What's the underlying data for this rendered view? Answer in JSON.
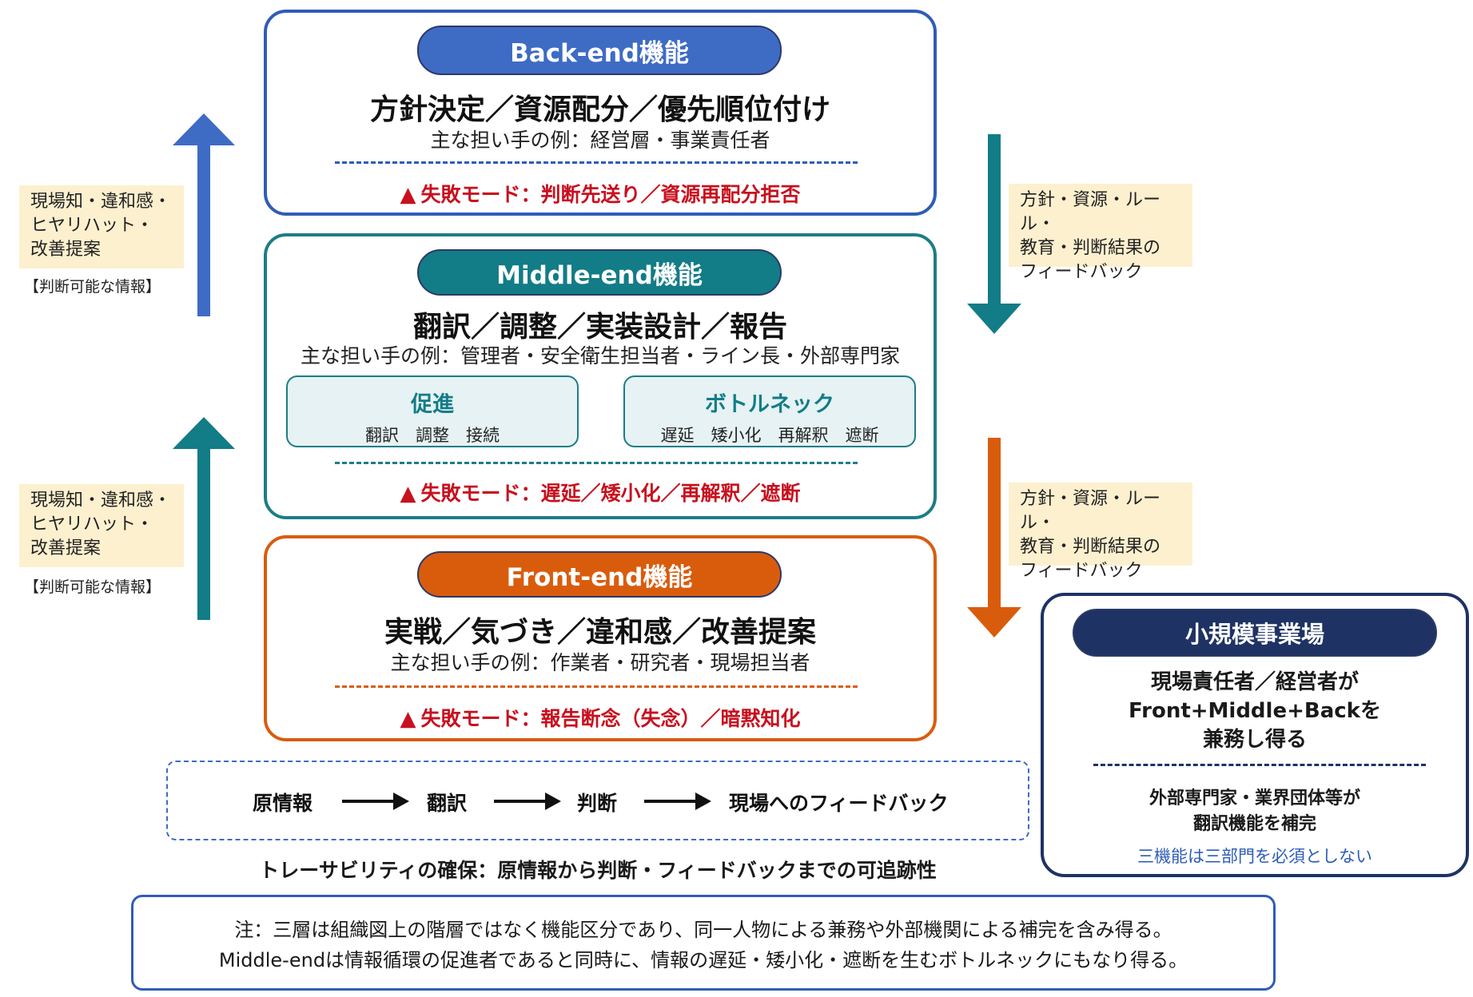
{
  "colors": {
    "back": "#3e6bc4",
    "middle": "#127c87",
    "front": "#d95c0d",
    "small": "#1e3264",
    "fail": "#c8101e",
    "note_bg": "#fdf0cf"
  },
  "back": {
    "label": "Back-end機能",
    "title": "方針決定／資源配分／優先順位付け",
    "subtitle": "主な担い手の例：経営層・事業責任者",
    "fail": "失敗モード：判断先送り／資源再配分拒否"
  },
  "middle": {
    "label": "Middle-end機能",
    "title": "翻訳／調整／実装設計／報告",
    "subtitle": "主な担い手の例：管理者・安全衛生担当者・ライン長・外部専門家",
    "promote": {
      "title": "促進",
      "items": "翻訳　調整　接続"
    },
    "bottleneck": {
      "title": "ボトルネック",
      "items": "遅延　矮小化　再解釈　遮断"
    },
    "fail": "失敗モード：遅延／矮小化／再解釈／遮断"
  },
  "front": {
    "label": "Front-end機能",
    "title": "実戦／気づき／違和感／改善提案",
    "subtitle": "主な担い手の例：作業者・研究者・現場担当者",
    "fail": "失敗モード：報告断念（失念）／暗黙知化"
  },
  "left_notes": {
    "upper": {
      "line1": "現場知・違和感・",
      "line2": "ヒヤリハット・",
      "line3": "改善提案",
      "tag": "【判断可能な情報】"
    },
    "lower": {
      "line1": "現場知・違和感・",
      "line2": "ヒヤリハット・",
      "line3": "改善提案",
      "tag": "【判断可能な情報】"
    }
  },
  "right_notes": {
    "upper": {
      "line1": "方針・資源・ルール・",
      "line2": "教育・判断結果の",
      "line3": "フィードバック"
    },
    "lower": {
      "line1": "方針・資源・ルール・",
      "line2": "教育・判断結果の",
      "line3": "フィードバック"
    }
  },
  "small_site": {
    "label": "小規模事業場",
    "line1": "現場責任者／経営者が",
    "line2": "Front+Middle+Backを",
    "line3": "兼務し得る",
    "line4": "外部専門家・業界団体等が",
    "line5": "翻訳機能を補完",
    "line6": "三機能は三部門を必須としない"
  },
  "flow": {
    "step1": "原情報",
    "step2": "翻訳",
    "step3": "判断",
    "step4": "現場へのフィードバック",
    "caption": "トレーサビリティの確保：原情報から判断・フィードバックまでの可追跡性"
  },
  "footnote": {
    "line1": "注：三層は組織図上の階層ではなく機能区分であり、同一人物による兼務や外部機関による補完を含み得る。",
    "line2": "Middle-endは情報循環の促進者であると同時に、情報の遅延・矮小化・遮断を生むボトルネックにもなり得る。"
  }
}
